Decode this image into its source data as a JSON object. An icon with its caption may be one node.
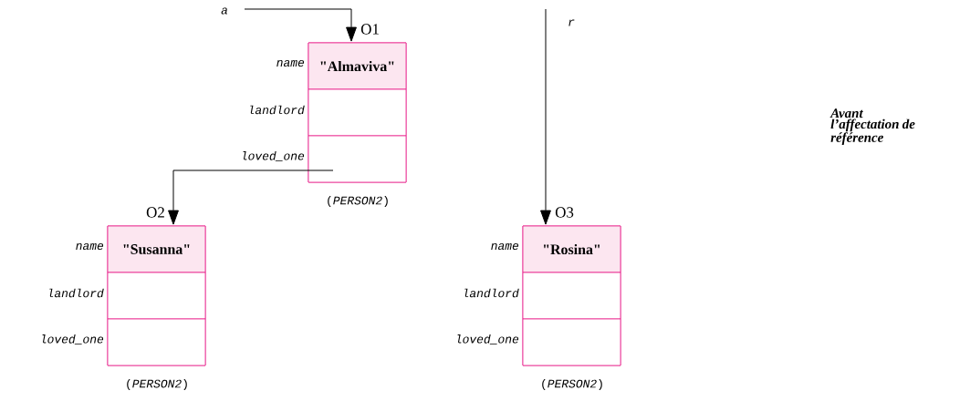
{
  "diagram": {
    "nodes": [
      {
        "text": [
          "O1"
        ],
        "beside": [
          "(*PERSON2*)"
        ]
      },
      {
        "text": [
          "\"Almaviva\""
        ],
        "in": 0,
        "beside": [
          "name"
        ]
      },
      {
        "text": [],
        "shape": "box",
        "in": 0,
        "beside": [
          "landlord"
        ]
      },
      {
        "text": [],
        "shape": "box",
        "in": 0,
        "beside": [
          "loved_one"
        ]
      },
      {
        "text": [
          "O2"
        ],
        "beside": [
          "(*PERSON2*)"
        ]
      },
      {
        "text": [
          "\"Susanna\""
        ],
        "in": 4,
        "beside": [
          "name"
        ]
      },
      {
        "text": [],
        "shape": "box",
        "in": 4,
        "beside": [
          "landlord"
        ]
      },
      {
        "text": [],
        "shape": "box",
        "in": 4,
        "beside": [
          "loved_one"
        ]
      },
      {
        "text": [
          "O3"
        ],
        "beside": [
          "(*PERSON2*)"
        ]
      },
      {
        "text": [
          "\"Rosina\""
        ],
        "in": 8,
        "beside": [
          "name"
        ]
      },
      {
        "text": [],
        "shape": "box",
        "in": 8,
        "beside": [
          "landlord"
        ]
      },
      {
        "text": [],
        "shape": "box",
        "in": 8,
        "beside": [
          "loved_one"
        ]
      }
    ],
    "edges": [
      {
        "from": null,
        "to": 0,
        "arrow": "to",
        "label": "a"
      },
      {
        "from": 3,
        "to": 4,
        "arrow": "to"
      },
      {
        "from": null,
        "to": 8,
        "arrow": "to",
        "label": "r"
      }
    ],
    "labels": [
      "Avant l’affectation de référence"
    ]
  }
}
